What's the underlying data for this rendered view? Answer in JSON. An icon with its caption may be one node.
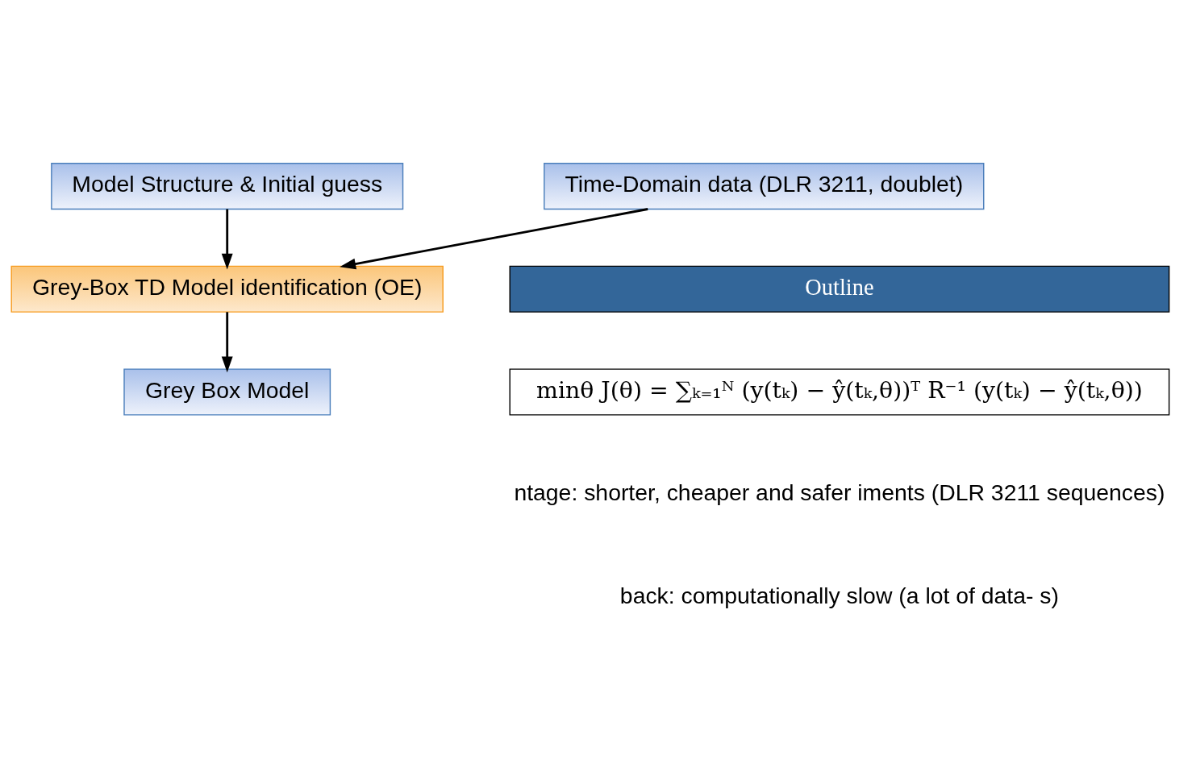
{
  "diagram": {
    "nodes": [
      {
        "text": [
          "Time-Domain data (DLR 3211, doublet)"
        ]
      },
      {
        "text": [
          "Model Structure & Initial guess"
        ]
      },
      {
        "text": [
          "Grey-Box TD Model identification (OE)"
        ]
      },
      {
        "text": [
          "Grey Box Model"
        ]
      },
      {
        "text": [
          "Outline"
        ]
      },
      {
        "text": [
          "minθ J(θ) = ∑ₖ₌₁ᴺ (y(tₖ) − ŷ(tₖ,θ))ᵀ R⁻¹ (y(tₖ) − ŷ(tₖ,θ))"
        ]
      }
    ],
    "edges": [
      {
        "from": 0,
        "to": 2,
        "arrow": "to"
      },
      {
        "from": 1,
        "to": 2,
        "arrow": "to"
      },
      {
        "from": 2,
        "to": 3,
        "arrow": "to"
      }
    ],
    "labels": [
      "ntage: shorter, cheaper and safer iments (DLR 3211 sequences)",
      "back: computationally slow (a lot of data- s)"
    ]
  }
}
